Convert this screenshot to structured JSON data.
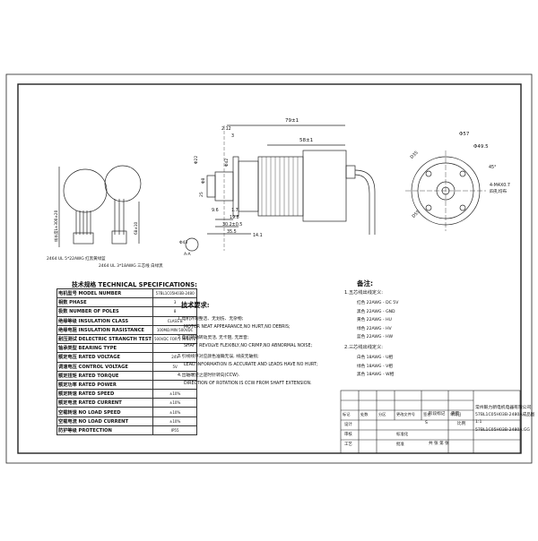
{
  "side_view": {
    "wire_note_1": "2464 UL 5*22AWG 红黑黄绿蓝",
    "wire_note_2": "2464 UL 3*18AWG 三芯线 白绿黑",
    "dim_left_vertical": "线长度L±300±20",
    "dim_right_vertical": "68±10"
  },
  "front_view": {
    "dim_length_total": "79±1",
    "dim_body": "58±1",
    "dim_2_12": "2.12",
    "dim_3": "3",
    "dim_9_6": "9.6",
    "dim_1_7": "1.7",
    "dim_19_8": "19.8",
    "dim_30_2": "30.2±0.5",
    "dim_35_5": "35.5",
    "dim_14_1": "14.1",
    "dim_dia_shaft": "Φ8",
    "dim_dia_boss": "Φ22",
    "dim_dia_end": "Φ42",
    "dim_25": "25",
    "dim_phi43": "Φ43",
    "section_label": "A-A"
  },
  "end_view": {
    "dim_phi57": "Φ57",
    "dim_phi49_5": "Φ49.5",
    "dim_d35": "D35",
    "dim_d55": "D55",
    "dim_45deg": "45°",
    "thread_note": "4-M4X0.7",
    "thread_note_2": "四孔均布"
  },
  "specs": {
    "heading": "技术规格 TECHNICAL SPECIFICATIONS:",
    "rows": [
      {
        "label": "电机型号 MODEL NUMBER",
        "value": "57BL1C05H03B-2480"
      },
      {
        "label": "相数 PHASE",
        "value": "3"
      },
      {
        "label": "极数 NUMBER OF POLES",
        "value": "8"
      },
      {
        "label": "绝缘等级 INSULATION CLASS",
        "value": "CLASS B"
      },
      {
        "label": "绝缘电阻 INSULATION RASISTANCE",
        "value": "100MΩ MIN 500VDC"
      },
      {
        "label": "耐压测试 DELECTRIC STRANGTH TEST",
        "value": "500VDC FOR 1 MINUTE"
      },
      {
        "label": "轴承类型 BEARING TYPE",
        "value": ""
      },
      {
        "label": "额定电压 RATED VOLTAGE",
        "value": "24V"
      },
      {
        "label": "调速电压 CONTROL VOLTAGE",
        "value": "5V"
      },
      {
        "label": "额定扭矩 RATED TORQUE",
        "value": ""
      },
      {
        "label": "额定功率 RATED POWER",
        "value": ""
      },
      {
        "label": "额定转速 RATED SPEED",
        "value": "±10%"
      },
      {
        "label": "额定电流 RATED CURRENT",
        "value": "±10%"
      },
      {
        "label": "空载转速 NO LOAD SPEED",
        "value": "±10%"
      },
      {
        "label": "空载电流 NO LOAD CURRENT",
        "value": "±10%"
      },
      {
        "label": "防护等级 PROTECTION",
        "value": "IP55"
      }
    ]
  },
  "requirements": {
    "title": "技术要求:",
    "lines": [
      "1.电机外观整洁、无划伤、无杂物;",
      "MOTOR NEAT APPEARANCE,NO HURT,NO DEBRIS;",
      "2.电机转轴转动灵活, 无卡阻, 无异音;",
      "SHAFT REVOLVE FLEXIBLY,NO CRIMP,NO ABNORMAL NOISE;",
      "3.引线线序对应颜色准确无误, 线皮无破损;",
      "LEAD INFORMATION IS ACCURATE AND LEADS HAVE NO HURT;",
      "4.出轴端逆之逆时针转向(CCW).",
      "DIRECTION OF ROTATION IS CCW FROM SHAFT EXTENSION."
    ]
  },
  "notes": {
    "title": "备注:",
    "section1": "1.五芯线出线定义:",
    "wires5": [
      "红色 22AWG - DC 5V",
      "黑色 22AWG - GND",
      "黄色 22AWG - HU",
      "绿色 22AWG - HV",
      "蓝色 22AWG - HW"
    ],
    "section2": "2.三芯线出线定义:",
    "wires3": [
      "白色 18AWG - U相",
      "绿色 18AWG - V相",
      "黑色 18AWG - W相"
    ]
  },
  "title_block": {
    "company": "常州毅力新电机电器有限公司",
    "drawing_name": "57BL1C05H03B-2480A成品图",
    "drawing_no": "57BL1C05H03B-2480A.GG",
    "scale": "1:1",
    "sheet_label": "S",
    "header_cells": [
      "标记",
      "处数",
      "分区",
      "更改文件号",
      "签名",
      "年月日"
    ],
    "role_labels": [
      "设计",
      "审核",
      "工艺",
      "标准化",
      "批准"
    ],
    "stage_label": "阶段标记",
    "weight_label": "重量",
    "ratio_label": "比例",
    "sheets_label": "共 张 第 张"
  }
}
